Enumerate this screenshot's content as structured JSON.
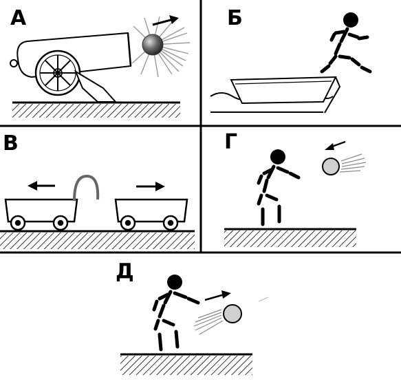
{
  "panels": {
    "a": {
      "label": "А"
    },
    "b": {
      "label": "Б"
    },
    "v": {
      "label": "В"
    },
    "g": {
      "label": "Г"
    },
    "d": {
      "label": "Д"
    }
  },
  "colors": {
    "ink": "#000000",
    "ball": "#cfcfcf",
    "cannonball": "#555555",
    "background": "#ffffff"
  }
}
